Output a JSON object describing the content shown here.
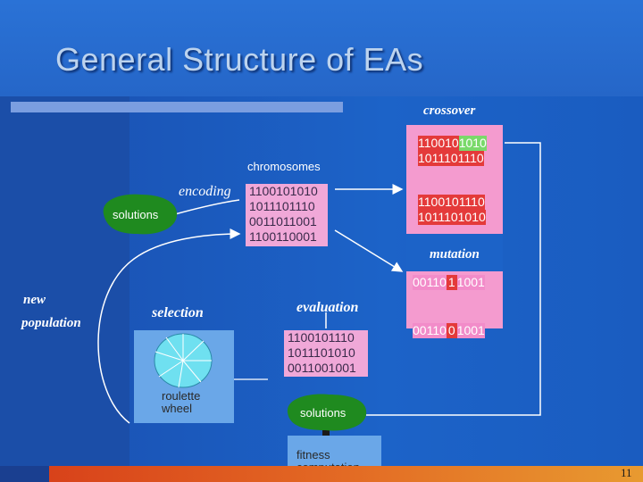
{
  "title": "General Structure of EAs",
  "labels": {
    "crossover": "crossover",
    "chromosomes": "chromosomes",
    "encoding": "encoding",
    "solutions_top": "solutions",
    "mutation": "mutation",
    "new": "new",
    "population": "population",
    "selection": "selection",
    "evaluation": "evaluation",
    "roulette": "roulette",
    "wheel": "wheel",
    "solutions_bottom": "solutions",
    "fitness": "fitness",
    "computation": "computation",
    "page_number": "11"
  },
  "chromosomes": [
    "1100101010",
    "1011101110",
    "0011011001",
    "1100110001"
  ],
  "crossover_before": [
    {
      "left": "110010",
      "right": "1010"
    },
    {
      "left": "101110",
      "right": "1110"
    }
  ],
  "crossover_after": [
    {
      "left": "110010",
      "right": "1110"
    },
    {
      "left": "101110",
      "right": "1010"
    }
  ],
  "mutation_before": {
    "left": "00110",
    "bit": "1",
    "right": "1001"
  },
  "mutation_after": {
    "left": "00110",
    "bit": "0",
    "right": "1001"
  },
  "evaluation_codes": [
    "1100101110",
    "1011101010",
    "0011001001"
  ],
  "colors": {
    "background": "#1c63c8",
    "title_text": "#bcd3ee",
    "pink_box": "#f0a8d8",
    "red": "#e43a3a",
    "green": "#7ad96a",
    "blob_green": "#1f8a1f"
  }
}
